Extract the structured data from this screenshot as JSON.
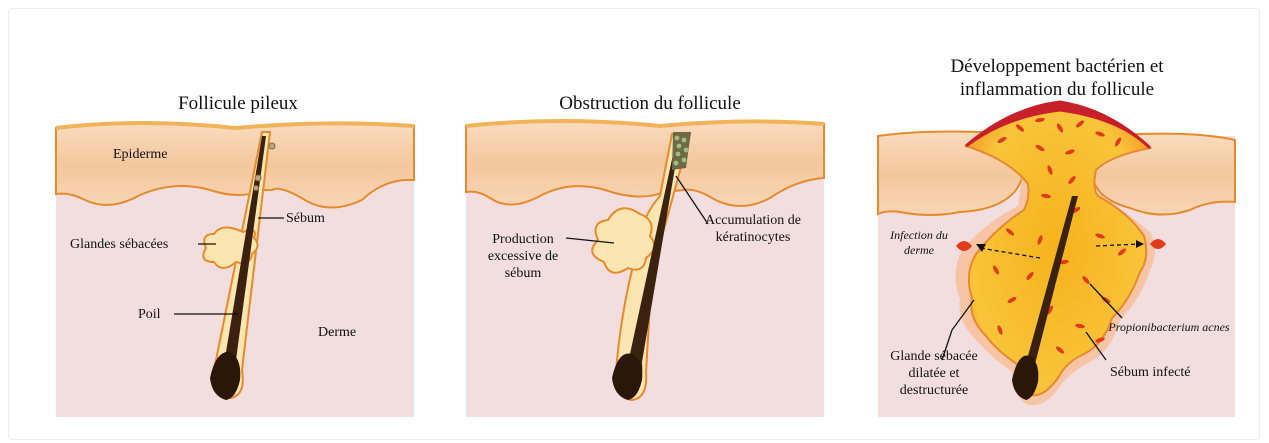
{
  "panels": [
    {
      "title": "Follicule pileux",
      "labels": {
        "epiderme": "Epiderme",
        "sebum": "Sébum",
        "glandes": "Glandes sébacées",
        "poil": "Poil",
        "derme": "Derme"
      }
    },
    {
      "title": "Obstruction du follicule",
      "labels": {
        "production": "Production excessive de sébum",
        "accumulation": "Accumulation de kératinocytes"
      }
    },
    {
      "title": "Développement bactérien et inflammation du follicule",
      "labels": {
        "infection": "Infection du derme",
        "propioni": "Propionibacterium acnes",
        "glande": "Glande sébacée dilatée et destructurée",
        "sebum_infecte": "Sébum infecté"
      }
    }
  ],
  "colors": {
    "derme": "#f2dede",
    "epiderme": "#f4c9a0",
    "skin_line": "#e68a2e",
    "sebum": "#fbe5b0",
    "sebum_infected": "#f8b820",
    "hair": "#3a2110",
    "inflamed_top": "#c8202a",
    "bacteria": "#e03a1a"
  }
}
